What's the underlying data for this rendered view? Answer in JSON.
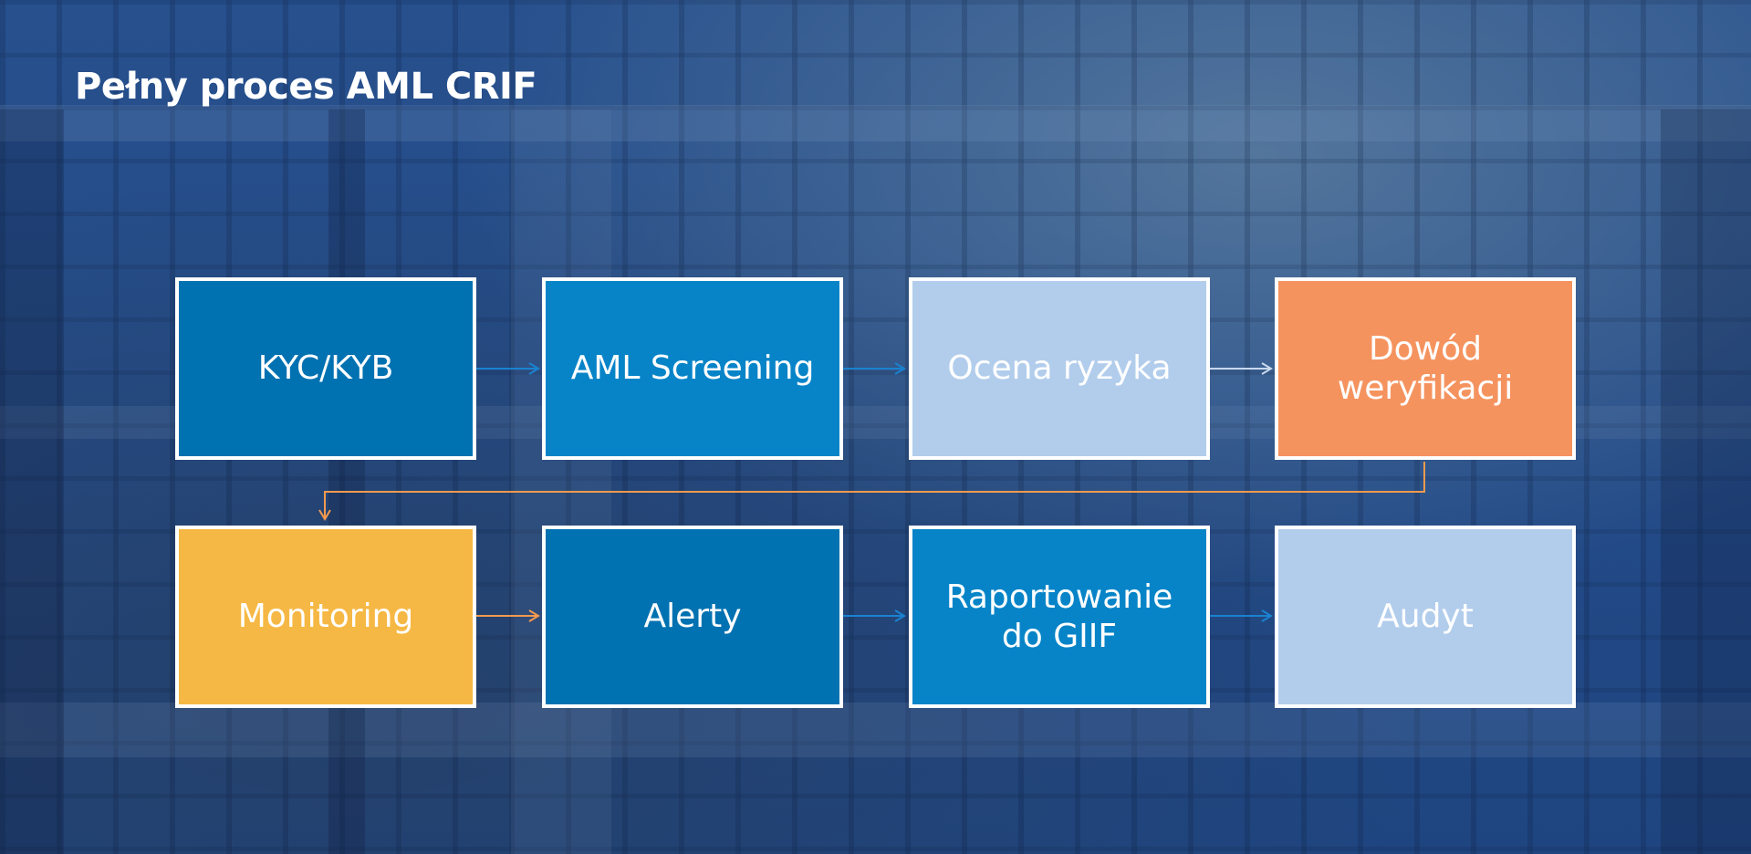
{
  "title": "Pełny proces AML CRIF",
  "colors": {
    "dark_blue": "#0071b1",
    "mid_blue": "#0784c8",
    "light_blue": "#b2cdec",
    "orange": "#f5935f",
    "yellow": "#f6b844",
    "arrow_blue": "#1a82d0",
    "arrow_light": "#c8d8ee",
    "arrow_orange": "#f39a4e"
  },
  "steps": [
    {
      "id": "kyc",
      "label": "KYC/KYB",
      "color": "#0071b1"
    },
    {
      "id": "aml-screening",
      "label": "AML Screening",
      "color": "#0784c8"
    },
    {
      "id": "ocena-ryzyka",
      "label": "Ocena ryzyka",
      "color": "#b2cdec"
    },
    {
      "id": "dowod",
      "label": "Dowód weryfikacji",
      "color": "#f5935f"
    },
    {
      "id": "monitoring",
      "label": "Monitoring",
      "color": "#f6b844"
    },
    {
      "id": "alerty",
      "label": "Alerty",
      "color": "#0071b1"
    },
    {
      "id": "raportowanie",
      "label": "Raportowanie do GIIF",
      "color": "#0784c8"
    },
    {
      "id": "audyt",
      "label": "Audyt",
      "color": "#b2cdec"
    }
  ]
}
